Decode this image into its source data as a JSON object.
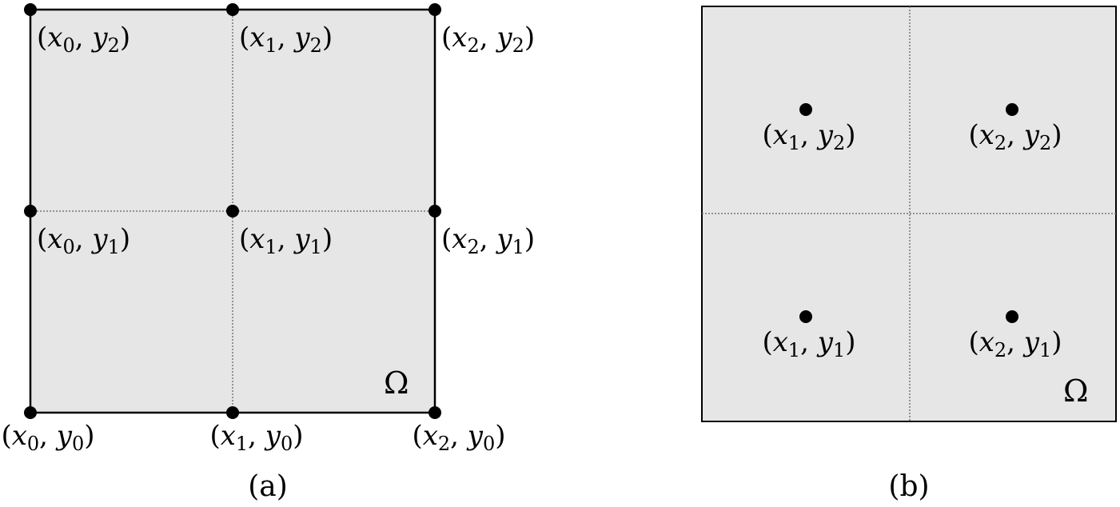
{
  "colors": {
    "domain_fill": "#e6e6e6",
    "border": "#000000",
    "grid_line": "#777777",
    "node": "#000000"
  },
  "panel_a": {
    "caption": "(a)",
    "domain_symbol": "Ω",
    "nodes": [
      {
        "x": "x",
        "xi": "0",
        "y": "y",
        "yi": "2"
      },
      {
        "x": "x",
        "xi": "1",
        "y": "y",
        "yi": "2"
      },
      {
        "x": "x",
        "xi": "2",
        "y": "y",
        "yi": "2"
      },
      {
        "x": "x",
        "xi": "0",
        "y": "y",
        "yi": "1"
      },
      {
        "x": "x",
        "xi": "1",
        "y": "y",
        "yi": "1"
      },
      {
        "x": "x",
        "xi": "2",
        "y": "y",
        "yi": "1"
      },
      {
        "x": "x",
        "xi": "0",
        "y": "y",
        "yi": "0"
      },
      {
        "x": "x",
        "xi": "1",
        "y": "y",
        "yi": "0"
      },
      {
        "x": "x",
        "xi": "2",
        "y": "y",
        "yi": "0"
      }
    ]
  },
  "panel_b": {
    "caption": "(b)",
    "domain_symbol": "Ω",
    "nodes": [
      {
        "x": "x",
        "xi": "1",
        "y": "y",
        "yi": "2"
      },
      {
        "x": "x",
        "xi": "2",
        "y": "y",
        "yi": "2"
      },
      {
        "x": "x",
        "xi": "1",
        "y": "y",
        "yi": "1"
      },
      {
        "x": "x",
        "xi": "2",
        "y": "y",
        "yi": "1"
      }
    ]
  }
}
